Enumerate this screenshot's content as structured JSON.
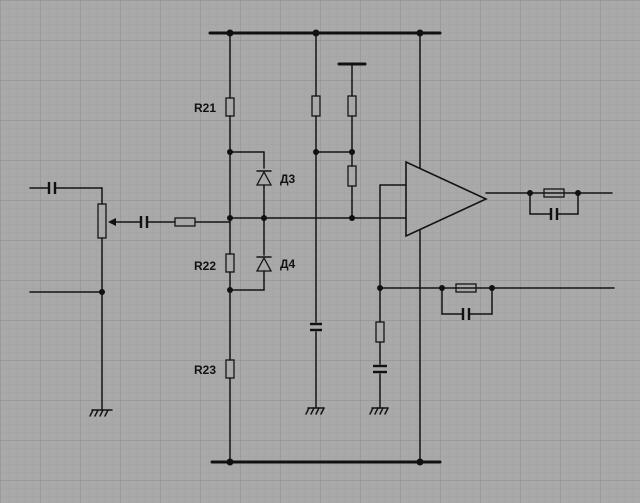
{
  "labels": {
    "r21": "R21",
    "r22": "R22",
    "r23": "R23",
    "d3": "Д3",
    "d4": "Д4"
  },
  "colors": {
    "paper": "#a9a9a9",
    "grid_fine": "#999999",
    "grid_major": "#8a8a8a",
    "ink": "#141414"
  }
}
